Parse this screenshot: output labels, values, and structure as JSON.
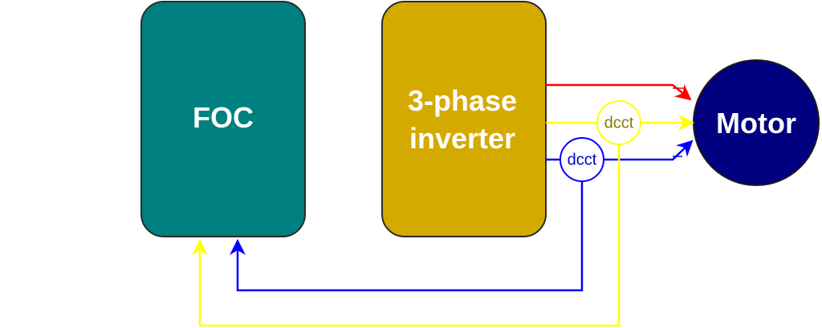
{
  "blocks": {
    "foc": {
      "label": "FOC",
      "color": "#008080"
    },
    "inverter": {
      "label_line1": "3-phase",
      "label_line2": "inverter",
      "color": "#d4aa00"
    },
    "motor": {
      "label": "Motor",
      "color": "#000080"
    }
  },
  "sensors": {
    "yellow": {
      "label": "dcct",
      "color": "#ffff00",
      "text_color": "#808000"
    },
    "blue": {
      "label": "dcct",
      "color": "#0000ff",
      "text_color": "#0000cc"
    }
  },
  "phase_colors": {
    "red": "#ff0000",
    "yellow": "#ffff00",
    "blue": "#0000ff"
  }
}
